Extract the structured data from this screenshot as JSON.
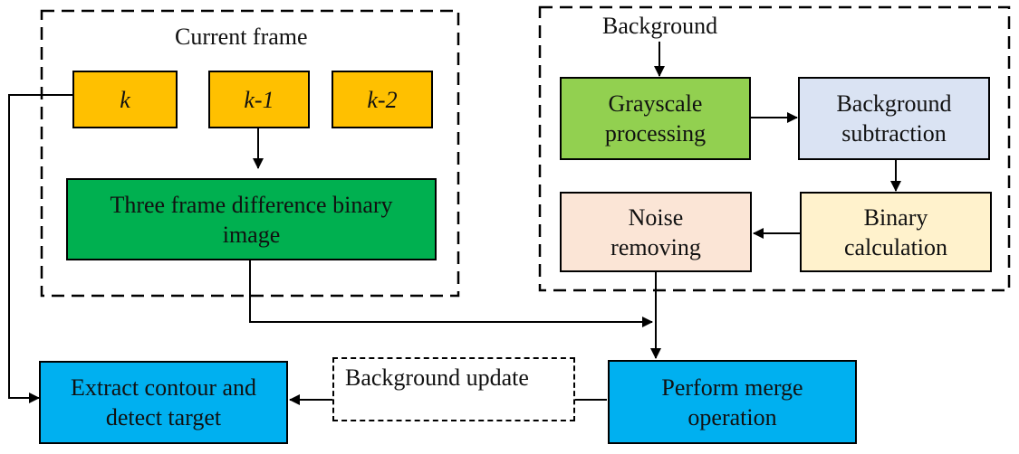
{
  "current_frame": {
    "title": "Current frame",
    "frames": [
      "k",
      "k-1",
      "k-2"
    ],
    "difference_box": "Three frame difference binary image"
  },
  "background_branch": {
    "input_label": "Background",
    "grayscale": "Grayscale processing",
    "subtraction": "Background subtraction",
    "binary": "Binary calculation",
    "noise": "Noise removing"
  },
  "bottom": {
    "extract": "Extract contour and detect target",
    "update": "Background update",
    "merge": "Perform merge operation"
  },
  "colors": {
    "frame_fill": "#ffc000",
    "difference_fill": "#00b050",
    "grayscale_fill": "#92d050",
    "subtraction_fill": "#dae3f3",
    "binary_fill": "#fff2cc",
    "noise_fill": "#fbe5d6",
    "action_fill": "#00b0f0"
  }
}
